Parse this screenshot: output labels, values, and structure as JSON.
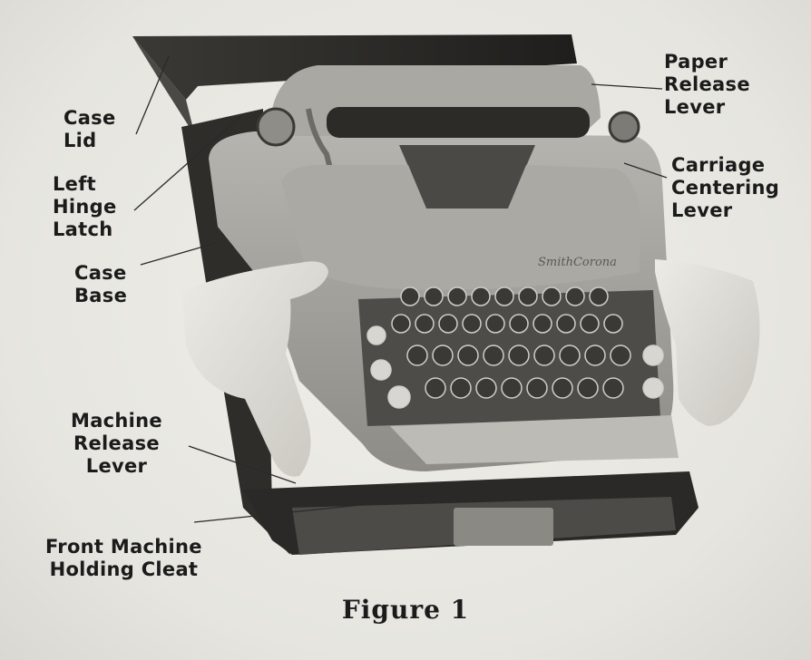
{
  "labels": {
    "case_lid": [
      "Case",
      "Lid"
    ],
    "left_hinge_latch": [
      "Left",
      "Hinge",
      "Latch"
    ],
    "case_base": [
      "Case",
      "Base"
    ],
    "machine_release_lever": [
      "Machine",
      "Release",
      "Lever"
    ],
    "front_machine_holding_cleat": [
      "Front Machine",
      "Holding Cleat"
    ],
    "paper_release_lever": [
      "Paper",
      "Release",
      "Lever"
    ],
    "carriage_centering_lever": [
      "Carriage",
      "Centering",
      "Lever"
    ]
  },
  "brand": "SmithCorona",
  "caption": "Figure 1",
  "colors": {
    "case_dark": "#2b2a27",
    "machine_body": "#9d9c97",
    "keys": "#3a3936",
    "skin": "#dedcd6"
  }
}
